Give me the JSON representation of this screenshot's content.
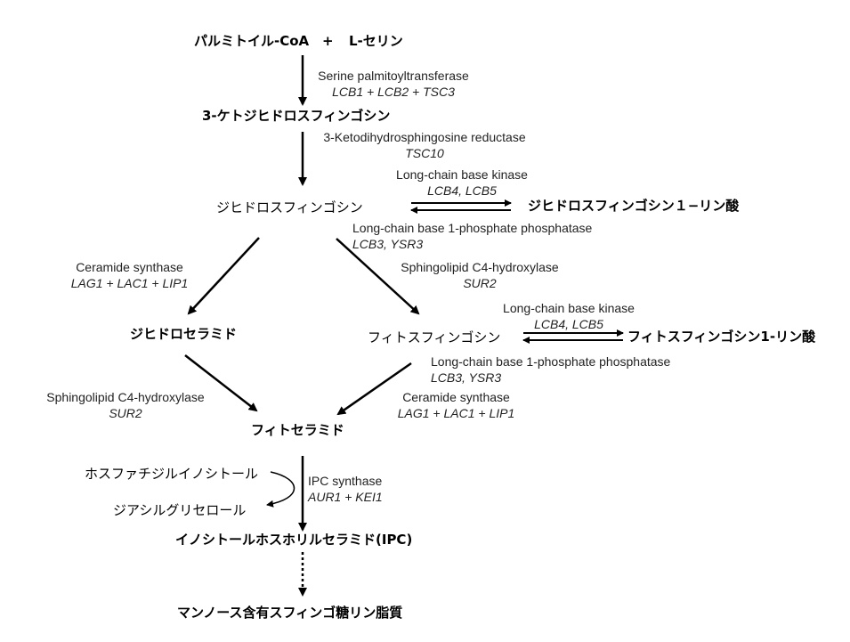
{
  "nodes": {
    "palmitoyl_coa": "パルミトイル-CoA",
    "plus": "+",
    "l_serine": "L-セリン",
    "ketodhs": "3-ケトジヒドロスフィンゴシン",
    "dhs": "ジヒドロスフィンゴシン",
    "dhs1p": "ジヒドロスフィンゴシン１−リン酸",
    "dhcer": "ジヒドロセラミド",
    "phs": "フィトスフィンゴシン",
    "phs1p": "フィトスフィンゴシン1-リン酸",
    "phcer": "フィトセラミド",
    "pi": "ホスファチジルイノシトール",
    "dag": "ジアシルグリセロール",
    "ipc": "イノシトールホスホリルセラミド(IPC)",
    "mipc": "マンノース含有スフィンゴ糖リン脂質"
  },
  "enzymes": {
    "spt": {
      "name": "Serine palmitoyltransferase",
      "genes": "LCB1 + LCB2 + TSC3"
    },
    "kdsr": {
      "name": "3-Ketodihydrosphingosine reductase",
      "genes": "TSC10"
    },
    "lcbk1": {
      "name": "Long-chain base kinase",
      "genes": "LCB4, LCB5"
    },
    "lcbp1": {
      "name": "Long-chain base 1-phosphate phosphatase",
      "genes": "LCB3, YSR3"
    },
    "cs1": {
      "name": "Ceramide synthase",
      "genes": "LAG1 + LAC1 + LIP1"
    },
    "sur2a": {
      "name": "Sphingolipid C4-hydroxylase",
      "genes": "SUR2"
    },
    "lcbk2": {
      "name": "Long-chain base kinase",
      "genes": "LCB4, LCB5"
    },
    "lcbp2": {
      "name": "Long-chain base 1-phosphate phosphatase",
      "genes": "LCB3, YSR3"
    },
    "sur2b": {
      "name": "Sphingolipid C4-hydroxylase",
      "genes": "SUR2"
    },
    "cs2": {
      "name": "Ceramide synthase",
      "genes": "LAG1 + LAC1 + LIP1"
    },
    "ipcs": {
      "name": "IPC synthase",
      "genes": "AUR1 + KEI1"
    }
  }
}
